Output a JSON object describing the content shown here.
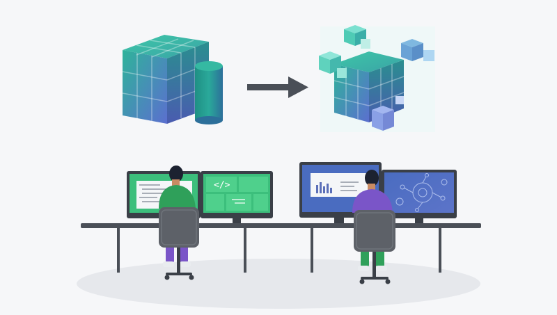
{
  "illustration": {
    "top_row": {
      "left_icon": "monolithic-cube-with-database-cylinder",
      "arrow_icon": "right-arrow",
      "right_icon": "cube-breaking-into-small-blocks"
    },
    "workstations": [
      {
        "person_shirt": "green",
        "person_pants": "purple",
        "monitors": [
          "code-editor-window",
          "code-tag-dashboard"
        ]
      },
      {
        "person_shirt": "purple",
        "person_pants": "green",
        "monitors": [
          "bar-chart-report",
          "gear-network-diagram"
        ]
      }
    ],
    "code_tag": "</>"
  },
  "colors": {
    "background": "#f6f7f9",
    "teal": "#2fb39a",
    "blue": "#5b78c8",
    "monitor_frame": "#3a3f47",
    "screen_green": "#3cbf7c",
    "screen_blue": "#4a6cc0",
    "desk": "#4a4f57",
    "floor": "#e6e8ec",
    "chair": "#5d6168",
    "person_green": "#2fa05a",
    "person_purple": "#7a55c8"
  }
}
